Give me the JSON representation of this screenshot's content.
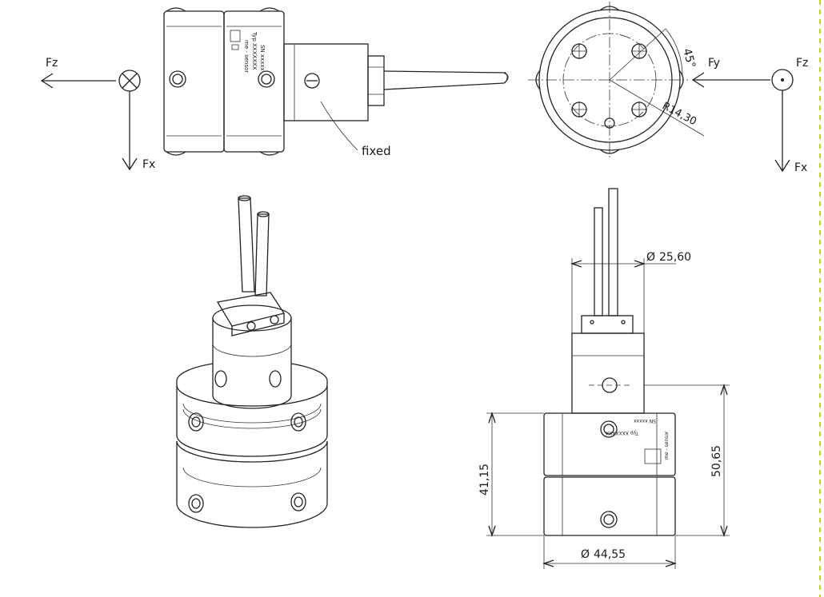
{
  "labels": {
    "fz_left": "Fz",
    "fx_left": "Fx",
    "fixed": "fixed",
    "angle": "45°",
    "fy_right": "Fy",
    "fz_right": "Fz",
    "fx_right": "Fx",
    "radius": "R14,30",
    "dia_top": "25,60",
    "dia_bottom": "44,55",
    "height_left": "41,15",
    "height_right": "50,65",
    "dia_symbol": "Ø"
  },
  "product_marking": {
    "brand": "me - sensor",
    "type": "Typ XXXXXXX",
    "serial": "SN xxxxx"
  },
  "colors": {
    "line": "#222222",
    "border_accent": "#c8d400"
  }
}
